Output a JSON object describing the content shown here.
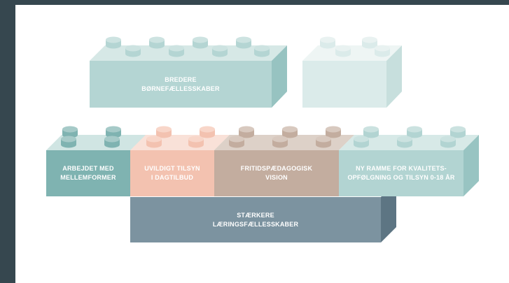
{
  "diagram": {
    "bricks": [
      {
        "id": "broader",
        "lines": [
          "BREDERE",
          "BØRNEFÆLLESSKABER"
        ]
      },
      {
        "id": "blank",
        "lines": []
      },
      {
        "id": "methods",
        "lines": [
          "ARBEJDET MED",
          "MELLEMFORMER"
        ]
      },
      {
        "id": "supervision",
        "lines": [
          "UVILDIGT TILSYN",
          "I DAGTILBUD"
        ]
      },
      {
        "id": "leisure",
        "lines": [
          "FRITIDSPÆDAGOGISK",
          "VISION"
        ]
      },
      {
        "id": "framework",
        "lines": [
          "NY RAMME FOR KVALITETS-",
          "OPFØLGNING OG TILSYN 0-18 ÅR"
        ]
      },
      {
        "id": "stronger",
        "lines": [
          "STÆRKERE",
          "LÆRINGSFÆLLESSKABER"
        ]
      }
    ]
  }
}
